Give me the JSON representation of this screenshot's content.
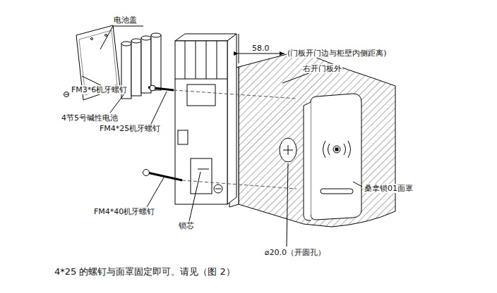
{
  "diagram": {
    "caption": "4*25 的螺钉与面罩固定即可。请见（图 2）",
    "labels": [
      "电池盖",
      "58.0",
      "(门板开门边与柜壁内侧距离)",
      "右开门板外",
      "FM3*6机牙螺钉",
      "4节5号碱性电池",
      "FM4*25机牙螺钉",
      "桑拿锁01面罩",
      "FM4*40机牙螺钉",
      "锁芯",
      "⌀20.0（开圆孔）"
    ]
  }
}
